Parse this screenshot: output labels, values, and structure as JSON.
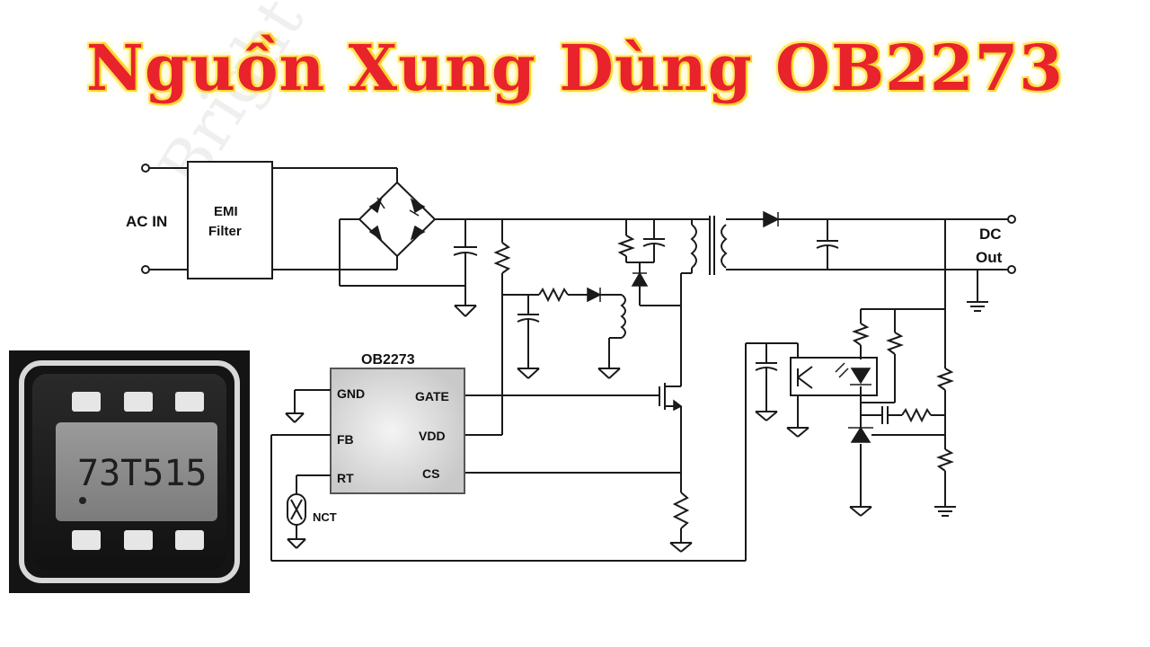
{
  "title": "Nguồn Xung Dùng OB2273",
  "watermark": "Bright Com",
  "labels": {
    "ac_in": "AC IN",
    "emi_line1": "EMI",
    "emi_line2": "Filter",
    "dc_line1": "DC",
    "dc_line2": "Out",
    "ic_name": "OB2273",
    "pin_gnd": "GND",
    "pin_fb": "FB",
    "pin_rt": "RT",
    "pin_gate": "GATE",
    "pin_vdd": "VDD",
    "pin_cs": "CS",
    "ntc": "NCT"
  },
  "chip_photo": {
    "marking": "73T515"
  },
  "colors": {
    "title": "#e8232b",
    "title_glow": "#ffd21e",
    "wire": "#1a1a1a",
    "ic_fill": "#d4d4d4"
  }
}
